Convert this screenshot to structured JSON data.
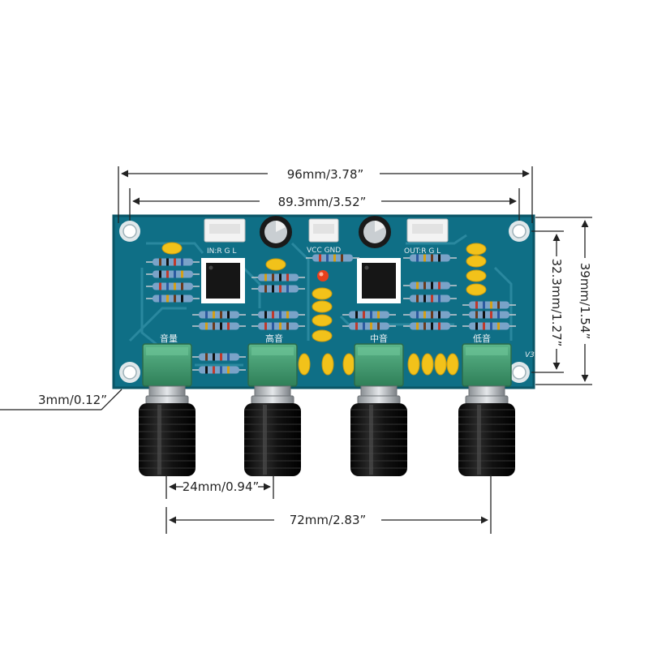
{
  "dimensions": {
    "total_width": "96mm/3.78”",
    "hole_spacing": "89.3mm/3.52”",
    "total_height": "39mm/1.54”",
    "hole_vertical": "32.3mm/1.27”",
    "hole_diameter": "3mm/0.12”",
    "knob_spacing": "24mm/0.94”",
    "knob_span": "72mm/2.83”"
  },
  "board_labels": {
    "input": "IN:R  G  L",
    "power": "VCC  GND",
    "output": "OUT:R  G  L",
    "volume": "音量",
    "treble": "高音",
    "mid": "中音",
    "bass": "低音",
    "version": "V3"
  },
  "colors": {
    "pcb": "#0f6f86",
    "pcb_dark": "#0a5566",
    "pot_green": "#3f9a6e",
    "knob": "#151515",
    "capacitor_yellow": "#f2c21a",
    "led": "#e8401c"
  }
}
